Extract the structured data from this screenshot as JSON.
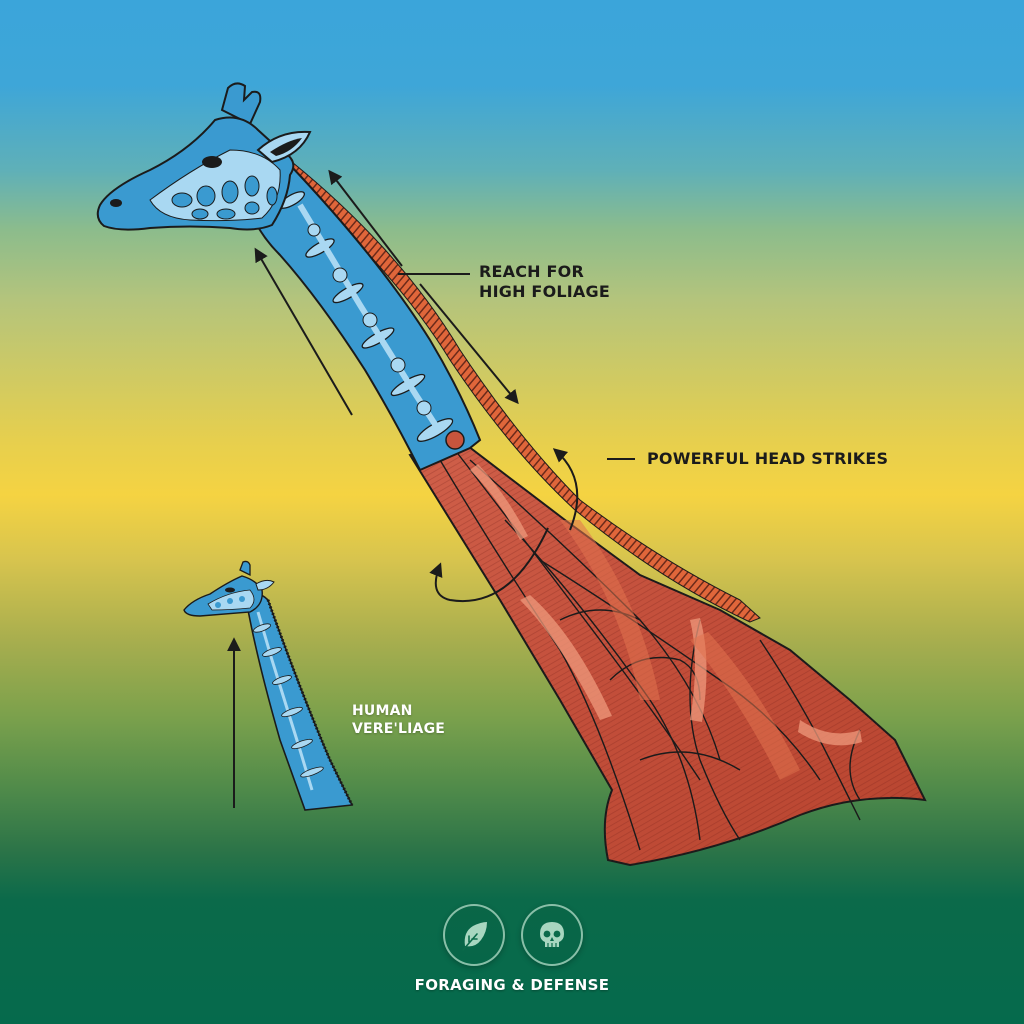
{
  "diagram": {
    "subject": "Giraffe neck anatomy: skeletal vertebrae and musculature",
    "labels": {
      "reach": {
        "line1": "REACH FOR",
        "line2": "HIGH FOLIAGE"
      },
      "strikes": "POWERFUL HEAD STRIKES",
      "human": {
        "line1": "HUMAN",
        "line2": "VERE'LIAGE"
      }
    },
    "footer": {
      "caption": "FORAGING & DEFENSE",
      "icons": [
        {
          "name": "leaf-icon",
          "meaning": "foraging"
        },
        {
          "name": "skull-icon",
          "meaning": "defense"
        }
      ]
    },
    "colors": {
      "sky_blue": "#3BA5DA",
      "yellow_band": "#F5D342",
      "dark_green": "#056A4C",
      "giraffe_blue": "#3A9AD0",
      "giraffe_light": "#A9D8F2",
      "muscle_red": "#C8553D",
      "muscle_light": "#E98A6A",
      "mane_orange": "#E0663A",
      "outline": "#1B1B1B"
    }
  }
}
